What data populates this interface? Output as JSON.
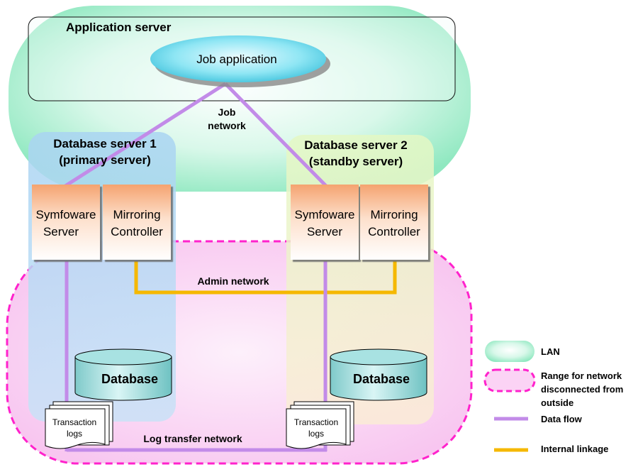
{
  "app_server": {
    "title": "Application server",
    "job_app": "Job application"
  },
  "job_network": {
    "line1": "Job",
    "line2": "network"
  },
  "db1": {
    "title_line1": "Database server 1",
    "title_line2": "(primary server)"
  },
  "db2": {
    "title_line1": "Database server 2",
    "title_line2": "(standby server)"
  },
  "symfoware": {
    "line1": "Symfoware",
    "line2": "Server"
  },
  "mirroring": {
    "line1": "Mirroring",
    "line2": "Controller"
  },
  "admin_network": "Admin network",
  "database_label": "Database",
  "transaction_logs": {
    "line1": "Transaction",
    "line2": "logs"
  },
  "log_transfer_network": "Log transfer network",
  "legend": {
    "lan": "LAN",
    "range_line1": "Range for network",
    "range_line2": "disconnected from",
    "range_line3": "outside",
    "data_flow": "Data flow",
    "internal_linkage": "Internal linkage"
  },
  "colors": {
    "lan": "#a8f0cc",
    "range": "#ff33cc",
    "range_fill": "#fbd3f5",
    "data_flow": "#c28be8",
    "internal_linkage": "#f5b800",
    "db1_fill": "#b9d8f5",
    "db2_fill": "#f8eec8",
    "cylinder": "#8fd6d6"
  }
}
